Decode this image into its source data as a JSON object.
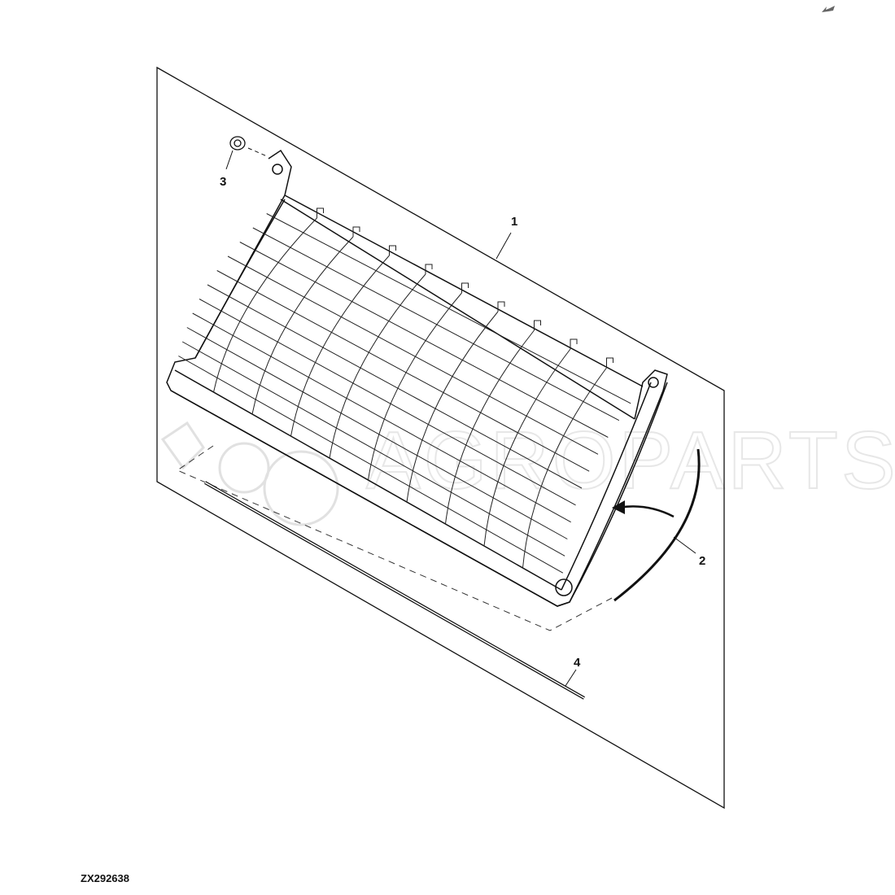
{
  "figure_id": "ZX292638",
  "callouts": [
    "1",
    "2",
    "3",
    "4"
  ],
  "watermark": "AGROPARTS",
  "icons": {
    "corner": "arrow-back-icon"
  },
  "colors": {
    "line": "#111111",
    "watermark": "#cccccc",
    "icon": "#666666"
  }
}
